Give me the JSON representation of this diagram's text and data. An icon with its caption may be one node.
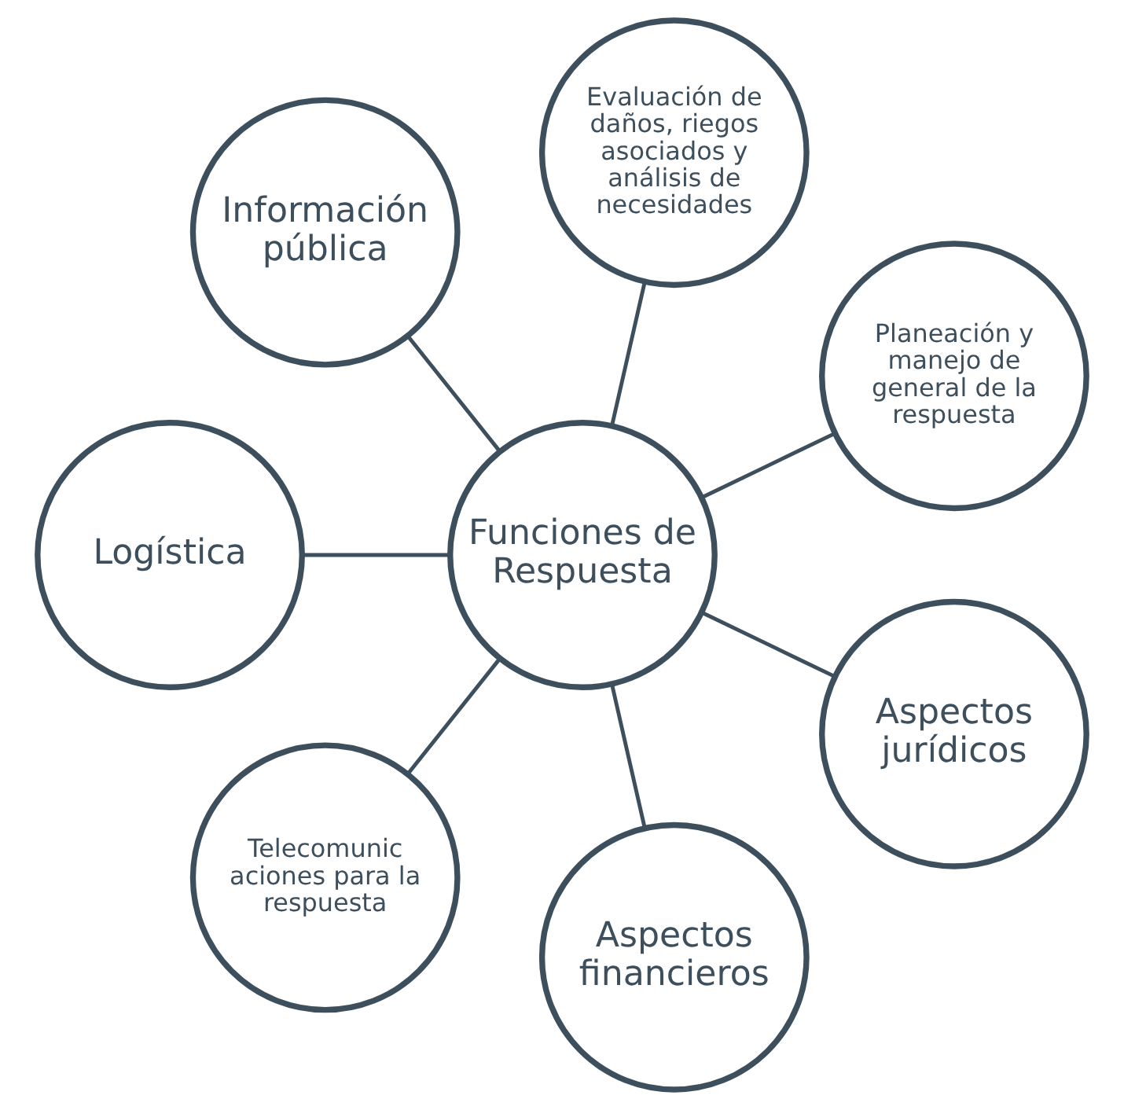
{
  "diagram": {
    "nodes": [
      {
        "text": [
          "Funciones de Respuesta"
        ]
      },
      {
        "text": [
          "Planeación y manejo de general de la respuesta"
        ]
      },
      {
        "text": [
          "Evaluación de daños, riegos asociados y análisis de necesidades"
        ]
      },
      {
        "text": [
          "Información pública"
        ]
      },
      {
        "text": [
          "Logística"
        ]
      },
      {
        "text": [
          "Telecomunic aciones para la respuesta"
        ]
      },
      {
        "text": [
          "Aspectos financieros"
        ]
      },
      {
        "text": [
          "Aspectos jurídicos"
        ]
      }
    ],
    "edges": [
      {
        "from": 0,
        "to": 1,
        "arrow": "none"
      },
      {
        "from": 0,
        "to": 2,
        "arrow": "none"
      },
      {
        "from": 0,
        "to": 3,
        "arrow": "none"
      },
      {
        "from": 0,
        "to": 4,
        "arrow": "none"
      },
      {
        "from": 0,
        "to": 5,
        "arrow": "none"
      },
      {
        "from": 0,
        "to": 6,
        "arrow": "none"
      },
      {
        "from": 0,
        "to": 7,
        "arrow": "none"
      }
    ]
  }
}
